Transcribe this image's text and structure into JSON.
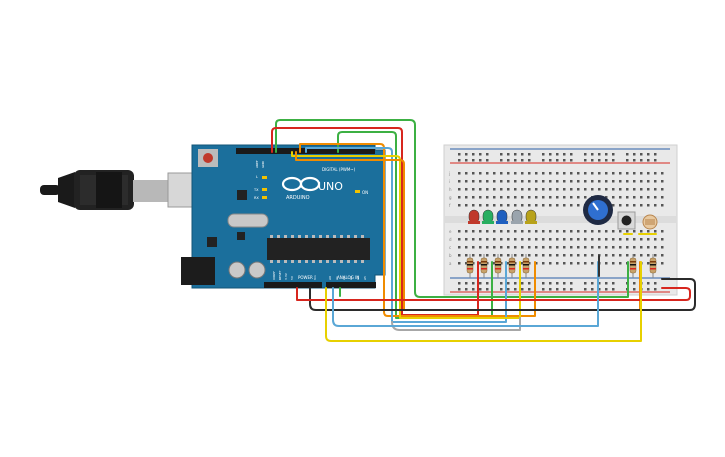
{
  "board": {
    "brand": "UNO",
    "logo_text": "ARDUINO",
    "digital_label": "DIGITAL (PWM~)",
    "power_label": "POWER",
    "analog_label": "ANALOG IN",
    "on_label": "ON",
    "tx_label": "TX",
    "rx_label": "RX",
    "l_label": "L",
    "aref_label": "AREF",
    "gnd_label": "GND",
    "reset_label": "RESET",
    "ioref_label": "IOREF",
    "v33_label": "3.3V",
    "v5_label": "5V",
    "vin_label": "Vin",
    "a0_label": "A0",
    "a1_label": "A1",
    "a2_label": "A2",
    "a3_label": "A3",
    "a4_label": "A4",
    "a5_label": "A5"
  },
  "breadboard": {
    "row_letters": [
      "a",
      "b",
      "c",
      "d",
      "e",
      "f",
      "g",
      "h",
      "i",
      "j"
    ]
  },
  "components": {
    "led_colors": [
      "#c0392b",
      "#27ae60",
      "#1f5fbf",
      "#9aa4ad",
      "#b8a21a"
    ],
    "wire_colors": {
      "red": "#d7261e",
      "green": "#3cb043",
      "orange": "#f08c00",
      "blue": "#5aa7d6",
      "yellow": "#e7d000",
      "black": "#2b2b2b",
      "gray": "#a7a7a7"
    }
  }
}
